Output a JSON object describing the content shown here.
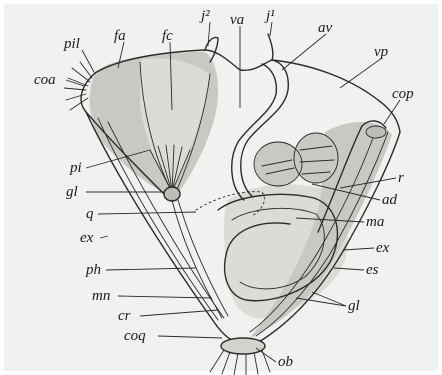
{
  "figure": {
    "labels": {
      "pil": "pil",
      "fa": "fa",
      "fc": "fc",
      "j2": "j²",
      "va": "va",
      "j1": "j¹",
      "av": "av",
      "vp": "vp",
      "coa": "coa",
      "cop": "cop",
      "pi": "pi",
      "gl_left": "gl",
      "r": "r",
      "ad": "ad",
      "q": "q",
      "ma": "ma",
      "ex_left": "ex",
      "ex_right": "ex",
      "es": "es",
      "ph": "ph",
      "gl_right": "gl",
      "mn": "mn",
      "cr": "cr",
      "coq": "coq",
      "ob": "ob"
    }
  }
}
